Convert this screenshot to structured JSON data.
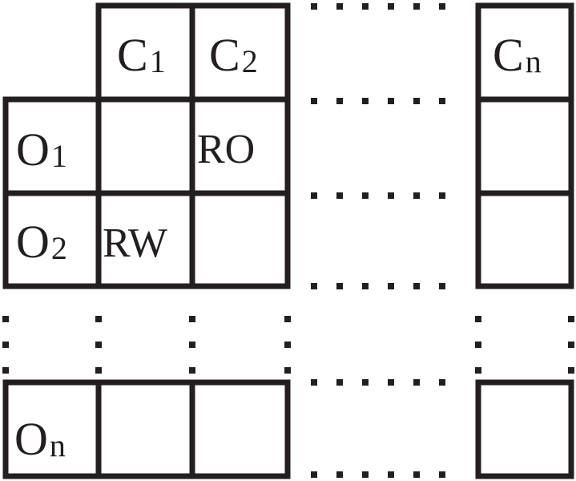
{
  "matrix": {
    "columns": [
      {
        "letter": "C",
        "sub": "1"
      },
      {
        "letter": "C",
        "sub": "2"
      },
      {
        "letter": "C",
        "sub": "n"
      }
    ],
    "rows": [
      {
        "letter": "O",
        "sub": "1"
      },
      {
        "letter": "O",
        "sub": "2"
      },
      {
        "letter": "O",
        "sub": "n"
      }
    ],
    "cells": [
      {
        "row": "O1",
        "col": "C1",
        "value": ""
      },
      {
        "row": "O1",
        "col": "C2",
        "value": "RO"
      },
      {
        "row": "O1",
        "col": "Cn",
        "value": ""
      },
      {
        "row": "O2",
        "col": "C1",
        "value": "RW"
      },
      {
        "row": "O2",
        "col": "C2",
        "value": ""
      },
      {
        "row": "O2",
        "col": "Cn",
        "value": ""
      },
      {
        "row": "On",
        "col": "C1",
        "value": ""
      },
      {
        "row": "On",
        "col": "C2",
        "value": ""
      },
      {
        "row": "On",
        "col": "Cn",
        "value": ""
      }
    ],
    "line_color": "#231f20"
  }
}
